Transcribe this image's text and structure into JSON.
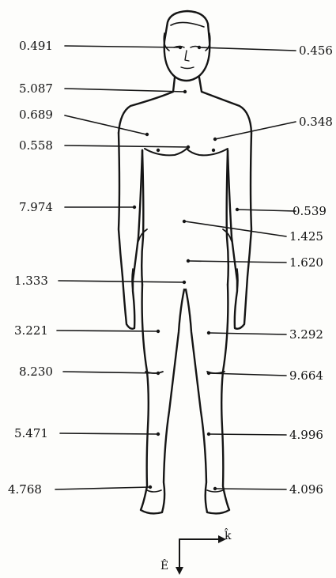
{
  "measurements": {
    "head_left": "0.491",
    "head_right": "0.456",
    "neck": "5.087",
    "chest_left": "0.689",
    "chest_right": "0.348",
    "nipple_left": "0.558",
    "arm_left": "7.974",
    "arm_right": "0.539",
    "abdomen": "1.425",
    "navel": "1.620",
    "groin": "1.333",
    "thigh_left": "3.221",
    "thigh_right": "3.292",
    "knee_left": "8.230",
    "knee_right": "9.664",
    "calf_left": "5.471",
    "calf_right": "4.996",
    "ankle_left": "4.768",
    "ankle_right": "4.096"
  },
  "axes": {
    "k_label": "k̂",
    "e_label": "Ê"
  }
}
